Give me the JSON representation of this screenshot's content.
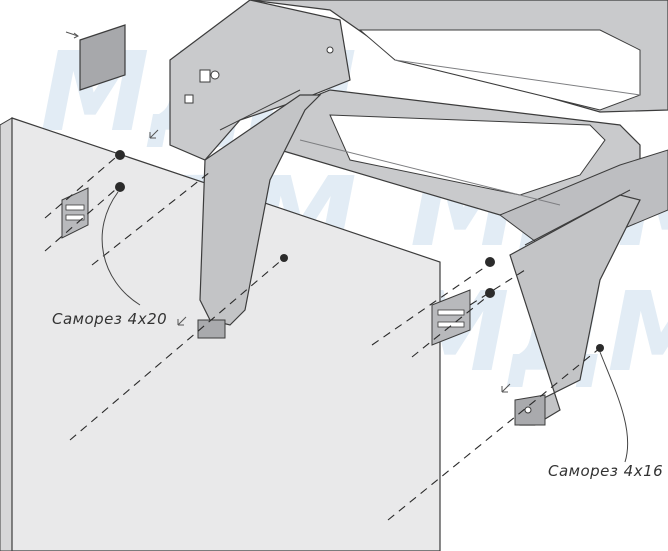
{
  "watermark": {
    "text": "МДМ",
    "color": "#dbe8f3"
  },
  "labels": {
    "screw_left": "Саморез 4х20",
    "screw_right": "Саморез 4х16"
  },
  "colors": {
    "metal_fill": "#c9cacc",
    "metal_dark": "#9a9b9e",
    "panel_fill": "#e9e9ea",
    "line": "#3c3c3c",
    "dash": "#2a2a2a"
  },
  "icons": {
    "screw": "screw-icon",
    "bracket": "mounting-bracket-icon",
    "arrow": "direction-arrow-icon"
  }
}
